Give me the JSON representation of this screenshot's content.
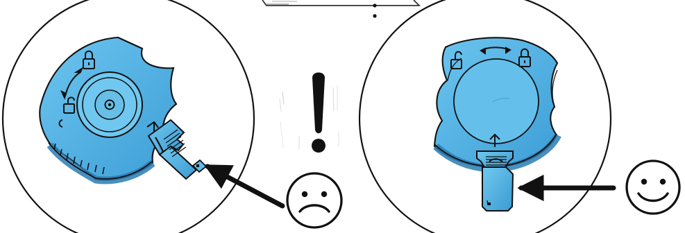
{
  "colors": {
    "cap_fill": "#58b9e9",
    "cap_shadow": "#2f8fc8",
    "line": "#111111",
    "background": "#ffffff",
    "warning_mark": "#111111"
  },
  "diagram": {
    "left_panel": {
      "subject": "blue-locking-cap",
      "latch_state": "incorrect-side-position",
      "indicator": "frown-face-icon",
      "pointer": "arrow-pointing-to-latch"
    },
    "middle_panel": {
      "indicator": "exclamation-icon"
    },
    "right_panel": {
      "subject": "blue-locking-cap",
      "latch_state": "correct-bottom-position",
      "indicator": "smile-face-icon",
      "pointer": "arrow-pointing-to-latch"
    }
  },
  "icons": {
    "lock": "lock-icon",
    "unlock": "unlock-icon",
    "rotate": "double-arrow-icon",
    "warning": "exclamation-icon",
    "sad": "frown-face-icon",
    "happy": "smile-face-icon"
  }
}
